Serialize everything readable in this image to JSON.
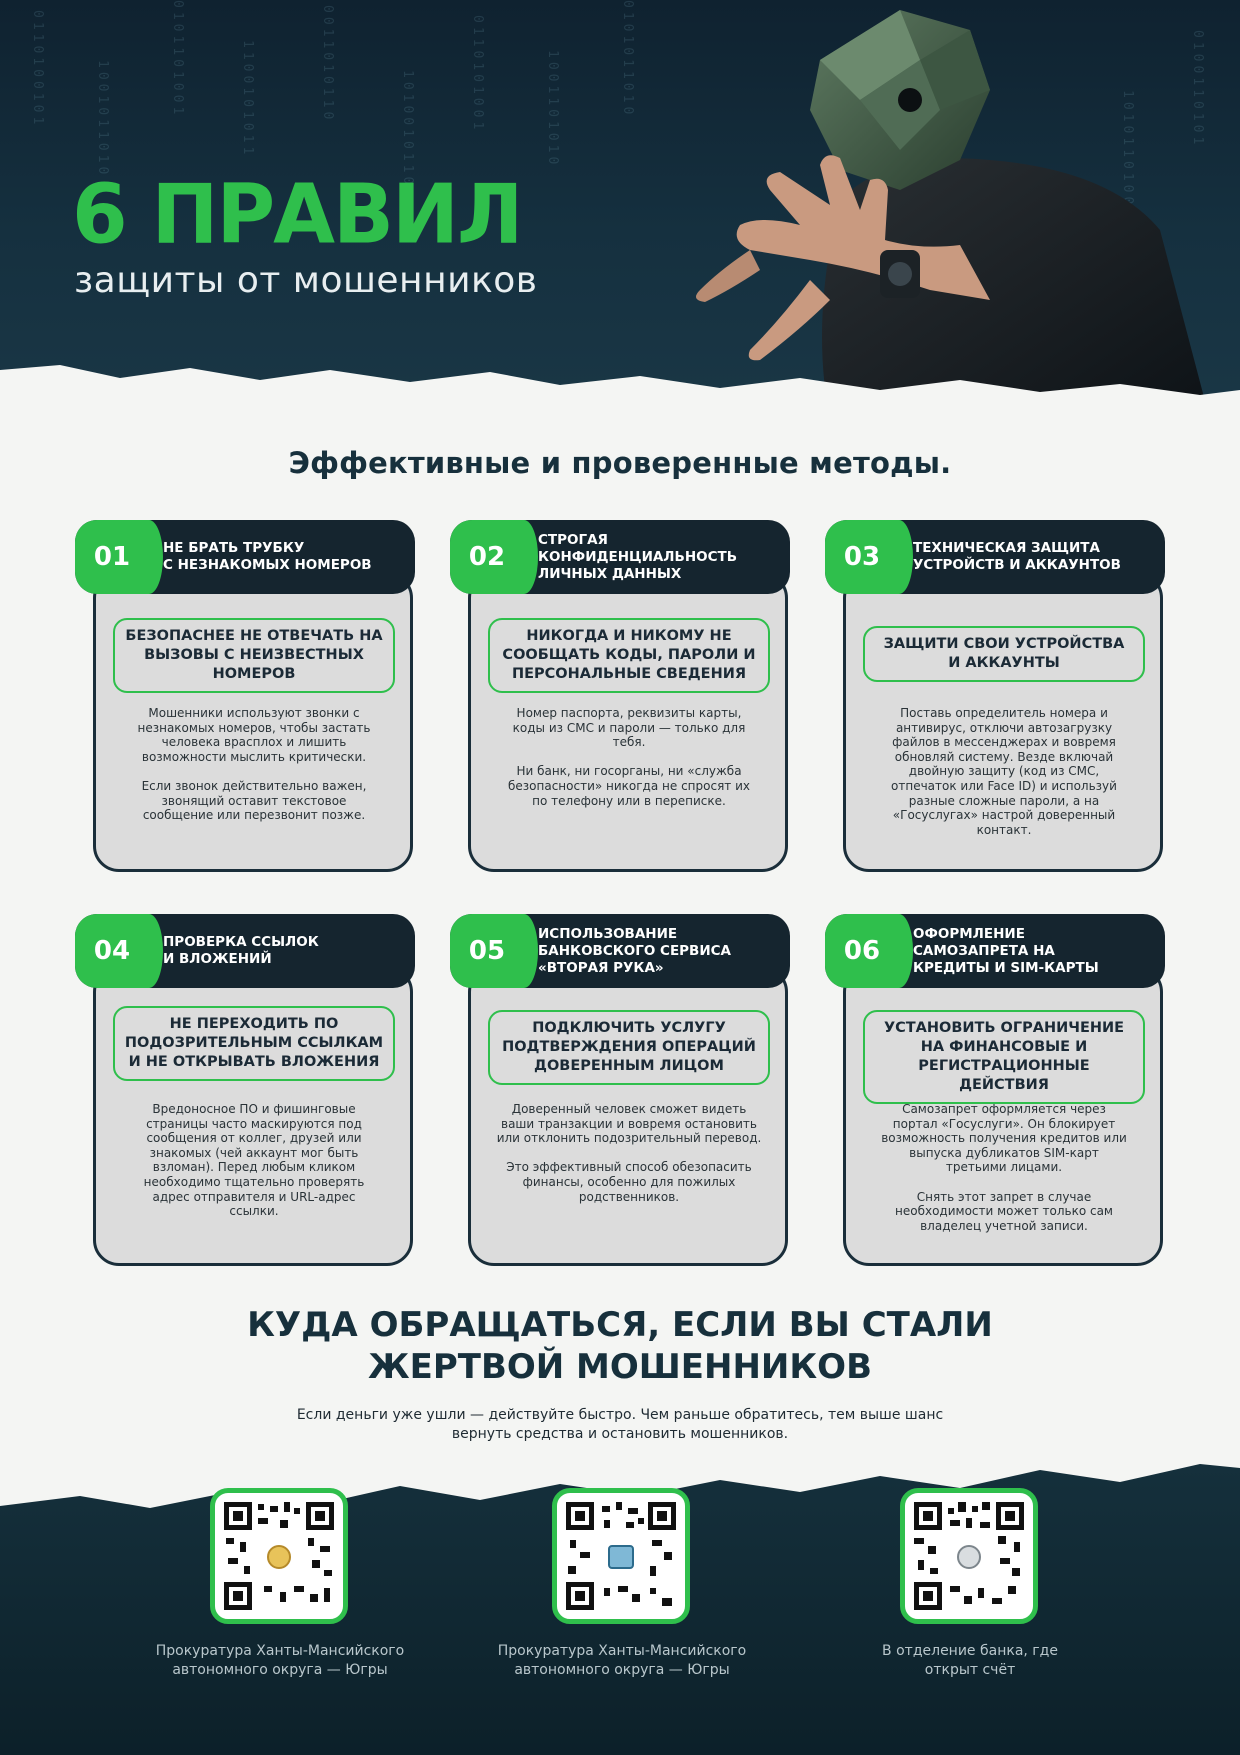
{
  "hero": {
    "title": "6 ПРАВИЛ",
    "subtitle": "защиты от мошенников"
  },
  "section_title": "Эффективные и проверенные методы.",
  "cards": [
    {
      "number": "01",
      "heading": "НЕ БРАТЬ ТРУБКУ\nС НЕЗНАКОМЫХ НОМЕРОВ",
      "pill": "БЕЗОПАСНЕЕ НЕ ОТВЕЧАТЬ НА\nВЫЗОВЫ С НЕИЗВЕСТНЫХ\nНОМЕРОВ",
      "text": "Мошенники используют звонки с\nнезнакомых номеров, чтобы застать\nчеловека врасплох и лишить\nвозможности мыслить критически.\n\nЕсли звонок действительно важен,\nзвонящий оставит текстовое\nсообщение или перезвонит позже."
    },
    {
      "number": "02",
      "heading": "СТРОГАЯ\nКОНФИДЕНЦИАЛЬНОСТЬ\nЛИЧНЫХ ДАННЫХ",
      "pill": "НИКОГДА И НИКОМУ НЕ\nСООБЩАТЬ КОДЫ, ПАРОЛИ И\nПЕРСОНАЛЬНЫЕ СВЕДЕНИЯ",
      "text": "Номер паспорта, реквизиты карты,\nкоды из СМС и пароли — только для\nтебя.\n\nНи банк, ни госорганы, ни «служба\nбезопасности» никогда не спросят их\nпо телефону или в переписке."
    },
    {
      "number": "03",
      "heading": "ТЕХНИЧЕСКАЯ ЗАЩИТА\nУСТРОЙСТВ И АККАУНТОВ",
      "pill": "ЗАЩИТИ СВОИ УСТРОЙСТВА\nИ АККАУНТЫ",
      "text": "Поставь определитель номера и\nантивирус, отключи автозагрузку\nфайлов в мессенджерах и вовремя\nобновляй систему. Везде включай\nдвойную защиту (код из СМС,\nотпечаток или Face ID) и используй\nразные сложные пароли, а на\n«Госуслугах» настрой доверенный\nконтакт."
    },
    {
      "number": "04",
      "heading": "ПРОВЕРКА ССЫЛОК\nИ ВЛОЖЕНИЙ",
      "pill": "НЕ ПЕРЕХОДИТЬ ПО\nПОДОЗРИТЕЛЬНЫМ ССЫЛКАМ\nИ НЕ ОТКРЫВАТЬ ВЛОЖЕНИЯ",
      "text": "Вредоносное ПО и фишинговые\nстраницы часто маскируются под\nсообщения от коллег, друзей или\nзнакомых (чей аккаунт мог быть\nвзломан). Перед любым кликом\nнеобходимо тщательно проверять\nадрес отправителя и URL-адрес\nссылки."
    },
    {
      "number": "05",
      "heading": "ИСПОЛЬЗОВАНИЕ\nБАНКОВСКОГО СЕРВИСА\n«ВТОРАЯ РУКА»",
      "pill": "ПОДКЛЮЧИТЬ УСЛУГУ\nПОДТВЕРЖДЕНИЯ ОПЕРАЦИЙ\nДОВЕРЕННЫМ ЛИЦОМ",
      "text": "Доверенный человек сможет видеть\nваши транзакции и вовремя остановить\nили отклонить подозрительный перевод.\n\nЭто эффективный способ обезопасить\nфинансы, особенно для пожилых\nродственников."
    },
    {
      "number": "06",
      "heading": "ОФОРМЛЕНИЕ\nСАМОЗАПРЕТА НА\nКРЕДИТЫ И SIM-КАРТЫ",
      "pill": "УСТАНОВИТЬ ОГРАНИЧЕНИЕ\nНА ФИНАНСОВЫЕ И\nРЕГИСТРАЦИОННЫЕ ДЕЙСТВИЯ",
      "text": "Самозапрет оформляется через\nпортал «Госуслуги». Он блокирует\nвозможность получения кредитов или\nвыпуска дубликатов SIM-карт\nтретьими лицами.\n\nСнять этот запрет в случае\nнеобходимости может только сам\nвладелец учетной записи."
    }
  ],
  "contact": {
    "title": "КУДА ОБРАЩАТЬСЯ, ЕСЛИ ВЫ СТАЛИ\nЖЕРТВОЙ МОШЕННИКОВ",
    "subtitle": "Если деньги уже ушли — действуйте быстро. Чем раньше обратитесь, тем выше шанс\nвернуть средства и остановить мошенников.",
    "qr_items": [
      {
        "label": "Прокуратура Ханты-Мансийского\nавтономного округа — Югры",
        "icon": "eagle-emblem-icon"
      },
      {
        "label": "Прокуратура Ханты-Мансийского\nавтономного округа — Югры",
        "icon": "yugra-emblem-icon"
      },
      {
        "label": "В отделение банка, где\nоткрыт счёт",
        "icon": "bank-emblem-icon"
      }
    ]
  },
  "colors": {
    "accent_green": "#2fbf4c",
    "dark_navy": "#15252f",
    "card_gray": "#dcdcdc",
    "page_bg": "#f4f5f3"
  }
}
